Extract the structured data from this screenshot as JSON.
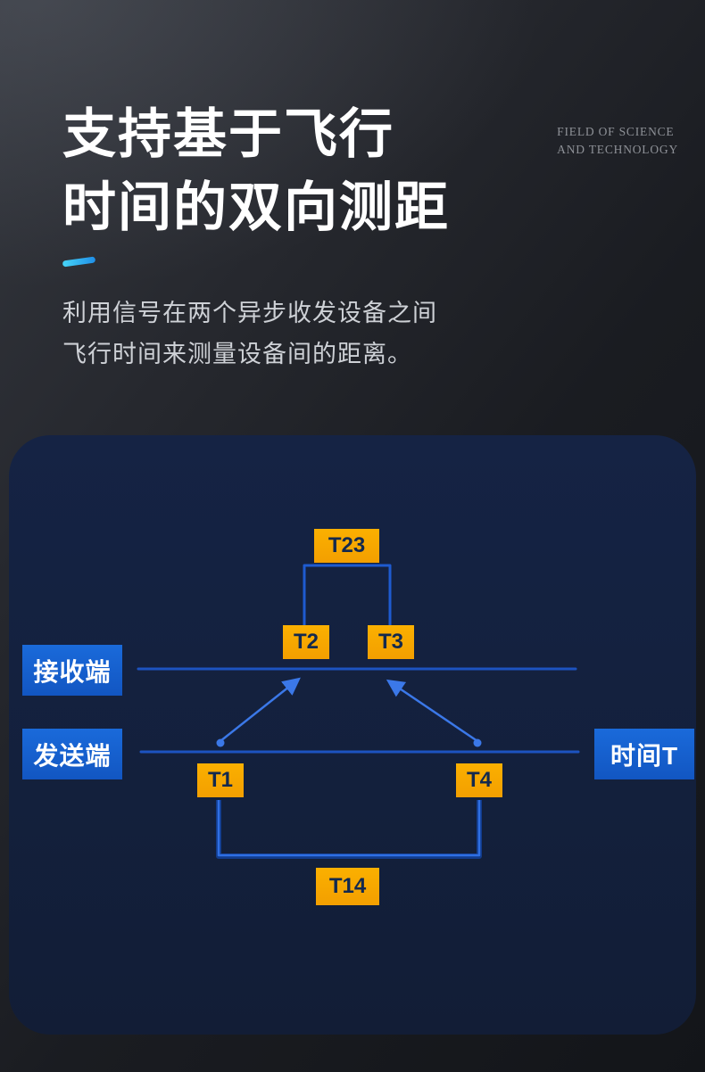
{
  "header": {
    "title_line1": "支持基于飞行",
    "title_line2": "时间的双向测距",
    "eyebrow_line1": "FIELD OF SCIENCE",
    "eyebrow_line2": "AND TECHNOLOGY",
    "description_line1": "利用信号在两个异步收发设备之间",
    "description_line2": "飞行时间来测量设备间的距离。"
  },
  "diagram": {
    "receiver_label": "接收端",
    "sender_label": "发送端",
    "time_axis_label": "时间T",
    "timestamps": {
      "t23": "T23",
      "t2": "T2",
      "t3": "T3",
      "t1": "T1",
      "t4": "T4",
      "t14": "T14"
    }
  },
  "colors": {
    "accent_cyan": "#47d5f7",
    "label_blue": "#1560cb",
    "marker_orange": "#f8a800",
    "panel_navy": "#142140",
    "line_blue": "#1d53c0",
    "arrow_blue": "#3b78e8",
    "title_white": "#ffffff",
    "description_gray": "#ced1d6"
  }
}
